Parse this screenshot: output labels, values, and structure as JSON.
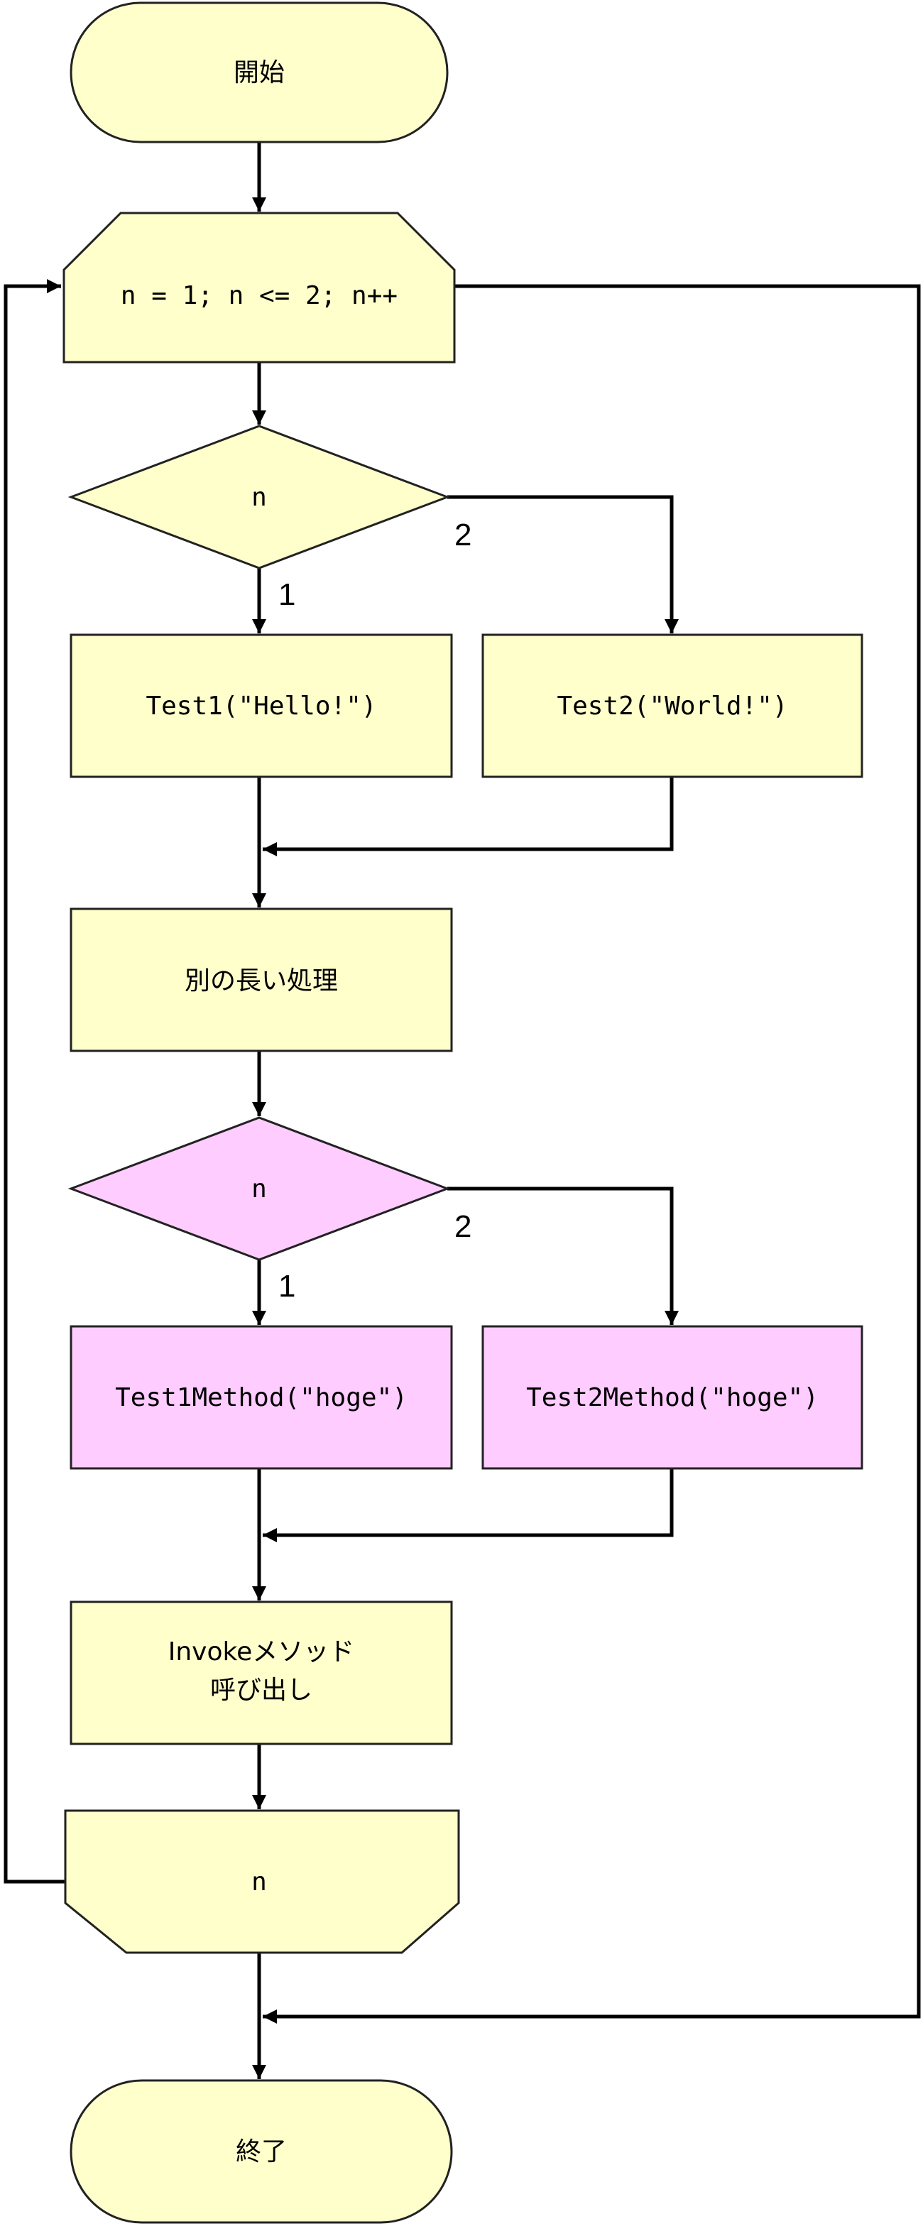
{
  "colors": {
    "process_fill": "#FFFFCC",
    "highlight_fill": "#FFCCFF",
    "line": "#000000"
  },
  "nodes": {
    "start": {
      "label": "開始"
    },
    "loop_start": {
      "label": "n = 1; n <= 2; n++"
    },
    "decision_1": {
      "label": "n"
    },
    "test1": {
      "label": "Test1(\"Hello!\")"
    },
    "test2": {
      "label": "Test2(\"World!\")"
    },
    "long_process": {
      "label": "別の長い処理"
    },
    "decision_2": {
      "label": "n"
    },
    "test1_method": {
      "label": "Test1Method(\"hoge\")"
    },
    "test2_method": {
      "label": "Test2Method(\"hoge\")"
    },
    "invoke": {
      "line1": "Invokeメソッド",
      "line2": "呼び出し"
    },
    "loop_end": {
      "label": "n"
    },
    "end": {
      "label": "終了"
    }
  },
  "branch_labels": {
    "decision_1_case1": "1",
    "decision_1_case2": "2",
    "decision_2_case1": "1",
    "decision_2_case2": "2"
  }
}
